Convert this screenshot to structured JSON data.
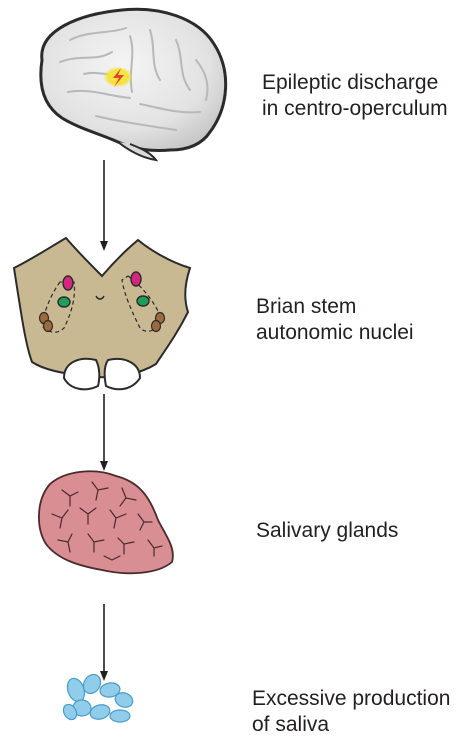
{
  "steps": [
    {
      "line1": "Epileptic discharge",
      "line2": "in centro-operculum",
      "icon": "brain-icon"
    },
    {
      "line1": "Brian stem",
      "line2": "autonomic nuclei",
      "icon": "brainstem-section-icon"
    },
    {
      "line1": "Salivary glands",
      "line2": "",
      "icon": "salivary-gland-icon"
    },
    {
      "line1": "Excessive production",
      "line2": "of saliva",
      "icon": "saliva-droplets-icon"
    }
  ],
  "colors": {
    "text": "#231f20",
    "brain_fill": "#ebebeb",
    "brain_outline": "#2b2b2b",
    "discharge_glow": "#f4e23a",
    "discharge_bolt": "#e8402a",
    "brainstem_fill": "#c9b992",
    "nucleus_magenta": "#d6267f",
    "nucleus_green": "#1f9e5a",
    "nucleus_brown": "#9b6a3d",
    "gland_fill": "#d88e92",
    "saliva_fill": "#8fcdea",
    "saliva_outline": "#4a9cc4"
  }
}
